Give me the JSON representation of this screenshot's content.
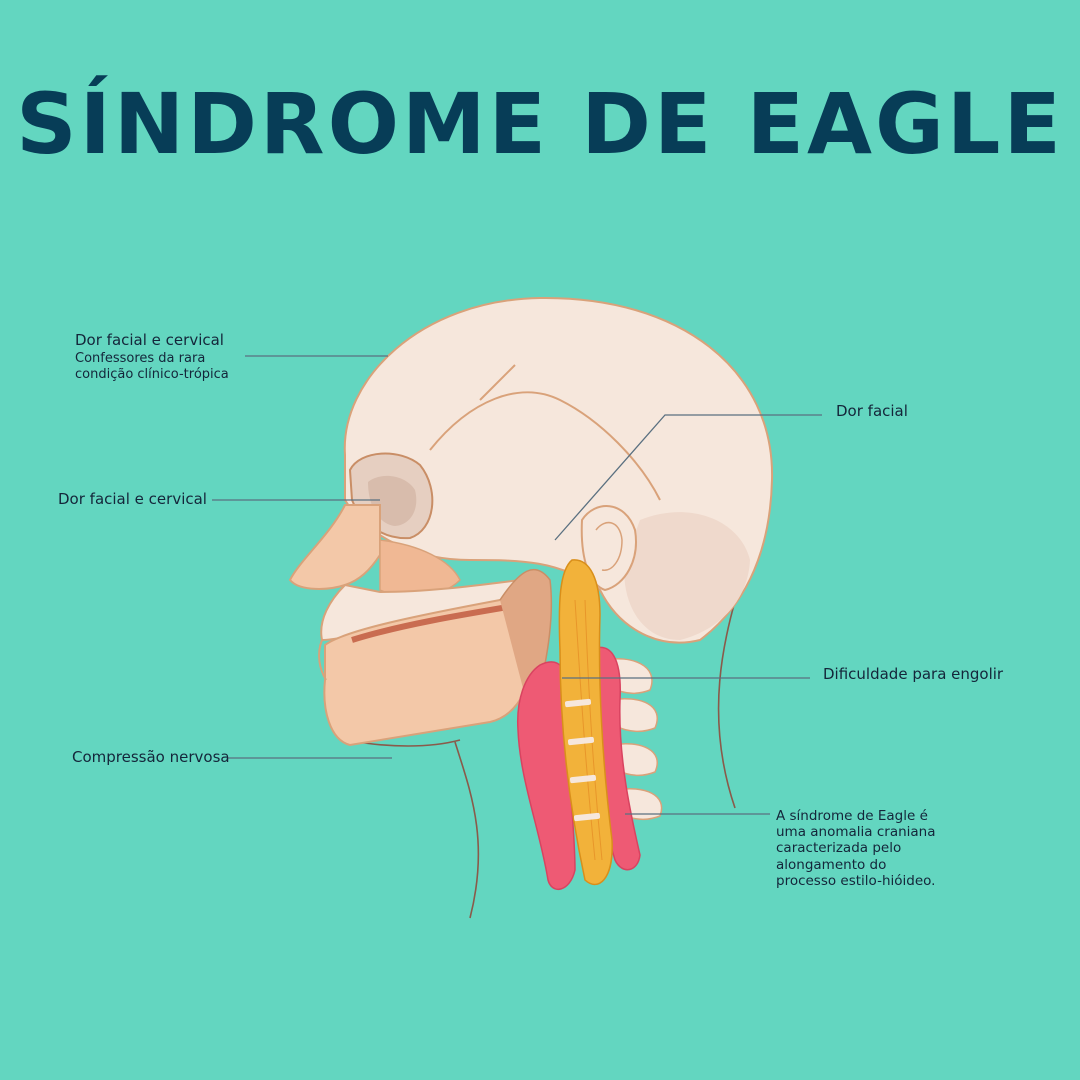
{
  "title": "SÍNDROME DE EAGLE",
  "labels": {
    "top_left_title": "Dor facial e cervical",
    "top_left_sub_1": "Confessores da rara",
    "top_left_sub_2": "condição clínico-trópica",
    "mid_left": "Dor facial e cervical",
    "bottom_left": "Compressão nervosa",
    "top_right": "Dor facial",
    "mid_right": "Dificuldade para engolir",
    "desc_lines": [
      "A síndrome de Eagle é",
      "uma anomalia craniana",
      "caracterizada pelo",
      "alongamento do",
      "processo estilo-hióideo."
    ]
  },
  "colors": {
    "background": "#63d6c0",
    "title": "#073d57",
    "bone": "#f6e7dc",
    "bone_outline": "#d9a27a",
    "skin": "#f3c8a8",
    "nerve": "#f2b23a",
    "muscle": "#ee5a74",
    "leader_line": "#5a7080"
  }
}
